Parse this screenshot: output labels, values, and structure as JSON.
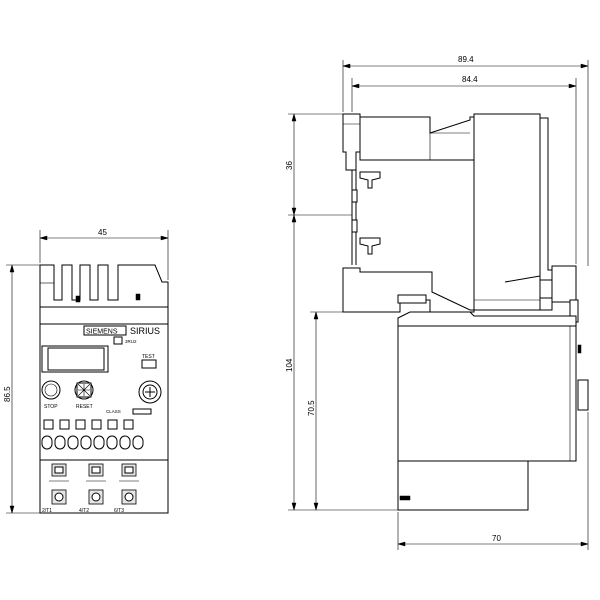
{
  "dimensions": {
    "front_width": "45",
    "front_height": "86.5",
    "side_overall_width": "89.4",
    "side_width_2": "84.4",
    "top_height": "36",
    "side_height": "104",
    "rail_height": "70.5",
    "bottom_width": "70"
  },
  "front_labels": {
    "brand": "SIEMENS",
    "series": "SIRIUS",
    "model": "3RU2",
    "test": "TEST",
    "stop": "STOP",
    "reset": "RESET",
    "class": "CLASS",
    "terminal_1": "2/T1",
    "terminal_2": "4/T2",
    "terminal_3": "6/T3"
  }
}
